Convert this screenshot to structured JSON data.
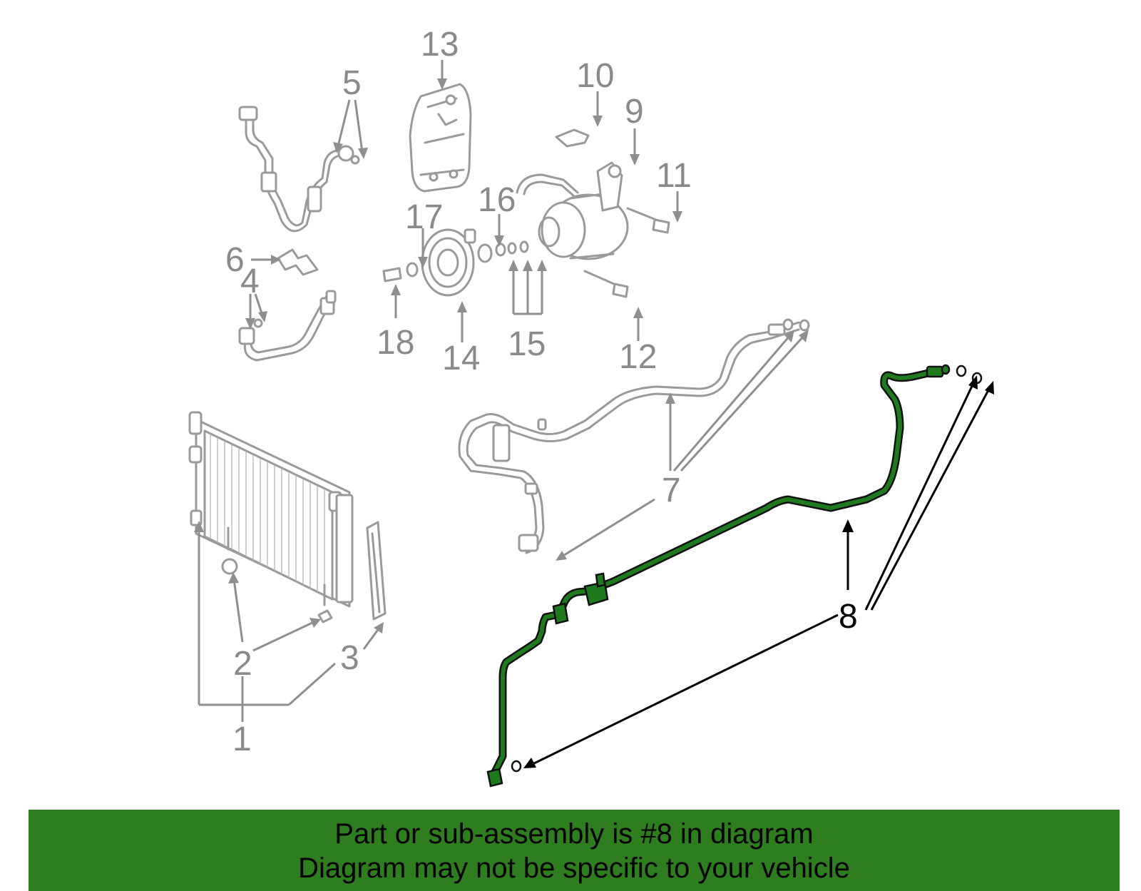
{
  "callouts": [
    {
      "num": "1"
    },
    {
      "num": "2"
    },
    {
      "num": "3"
    },
    {
      "num": "4"
    },
    {
      "num": "5"
    },
    {
      "num": "6"
    },
    {
      "num": "7"
    },
    {
      "num": "8",
      "highlighted": true
    },
    {
      "num": "9"
    },
    {
      "num": "10"
    },
    {
      "num": "11"
    },
    {
      "num": "12"
    },
    {
      "num": "13"
    },
    {
      "num": "14"
    },
    {
      "num": "15"
    },
    {
      "num": "16"
    },
    {
      "num": "17"
    },
    {
      "num": "18"
    }
  ],
  "banner": {
    "line1": "Part or sub-assembly is #8 in diagram",
    "line2": "Diagram may not be specific to your vehicle",
    "color": "#2e7d1e"
  },
  "colors": {
    "highlight_part": "#1f7a1f",
    "other_parts": "#9a9a9a"
  }
}
